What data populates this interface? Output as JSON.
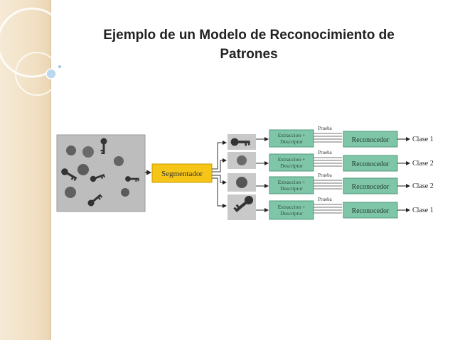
{
  "title": {
    "line1": "Ejemplo de un Modelo de Reconocimiento de",
    "line2": "Patrones"
  },
  "diagram": {
    "segmenter_label": "Segmentador",
    "feature_label_line1": "Extraccion +",
    "feature_label_line2": "Descriptor",
    "link_label": "Prueba",
    "recognizer_label": "Reconocedor",
    "outputs": [
      "Clase 1",
      "Clase 2",
      "Clase 2",
      "Clase 1"
    ]
  },
  "colors": {
    "accent_band": "#f1dfc2",
    "segmenter_fill": "#f5c518",
    "module_fill": "#7fc6a8",
    "module_stroke": "#4f9a7c"
  },
  "icons": [
    "decorative-ring-icon",
    "key-icon",
    "coin-icon",
    "arrow-icon"
  ]
}
